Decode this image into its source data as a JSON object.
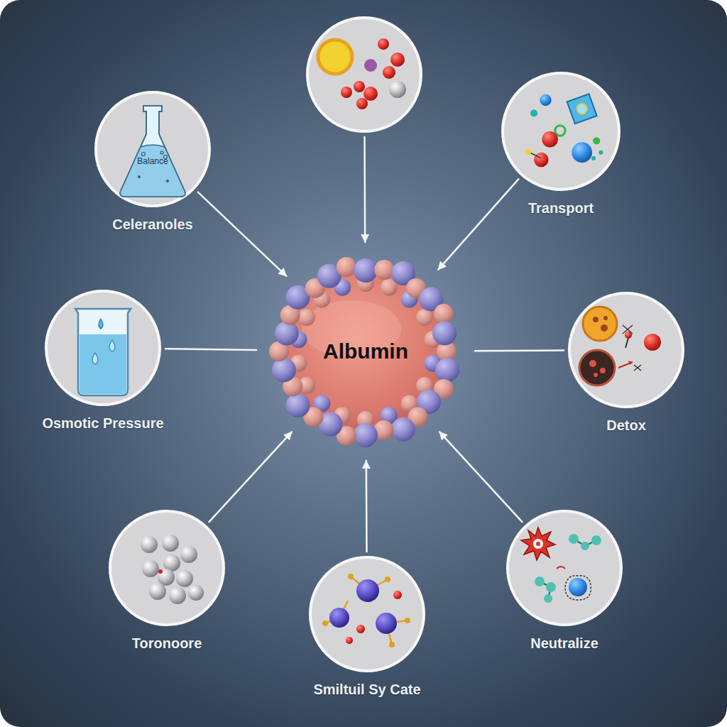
{
  "diagram": {
    "nodes": [
      {
        "text": [
          "Balance",
          "Celeranoles"
        ]
      },
      {
        "text": []
      },
      {
        "text": [
          "Transport"
        ]
      },
      {
        "text": [
          "Osmotic Pressure"
        ]
      },
      {
        "text": [
          "Albumin"
        ]
      },
      {
        "text": [
          "Detox"
        ]
      },
      {
        "text": [
          "Toronoore"
        ]
      },
      {
        "text": [
          "Smiltuil Sy Cate"
        ]
      },
      {
        "text": [
          "Neutralize"
        ]
      }
    ],
    "edges": [
      {
        "from": 0,
        "to": 4,
        "arrow": "to"
      },
      {
        "from": 1,
        "to": 4,
        "arrow": "to"
      },
      {
        "from": 2,
        "to": 4,
        "arrow": "to"
      },
      {
        "from": 3,
        "to": 4,
        "arrow": "none"
      },
      {
        "from": 5,
        "to": 4,
        "arrow": "none"
      },
      {
        "from": 6,
        "to": 4,
        "arrow": "to"
      },
      {
        "from": 7,
        "to": 4,
        "arrow": "to"
      },
      {
        "from": 8,
        "to": 4,
        "arrow": "to"
      }
    ]
  }
}
